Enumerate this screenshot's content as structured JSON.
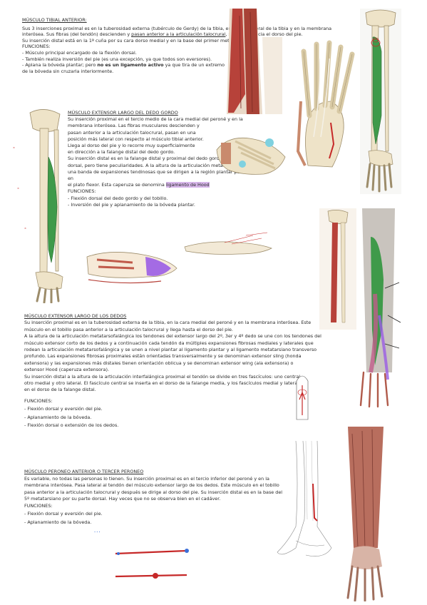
{
  "tibial": {
    "title": "MÚSCULO TIBIAL ANTERIOR:",
    "p1a": "Sus 3 inserciones proximal es en la tuberosidad externa (tubérculo de Gerdy) de la tibia, en la cara lateral de la tibia y en la membrana interósea. Sus fibras (del tendón) descienden y ",
    "p1b": "pasan anterior a la articulación talocrural",
    "p1c": ", se dirigen hacia el dorso del pie.",
    "p2": "Su inserción distal está en la 1ª cuña por su cara dorso medial y en la base del primer metatarsiano.",
    "fun_title": "FUNCIONES:",
    "f1": "- Músculo principal encargado de la flexión dorsal.",
    "f2": "- También realiza inversión del pie (es una excepción, ya que todos son eversores).",
    "f3a": "- Aplana la bóveda plantar; pero ",
    "f3b": "no es un ligamento activo",
    "f3c": " ya que tira de un extremo",
    "f3d": "de la bóveda sin cruzarla interiormente."
  },
  "eld_gordo": {
    "title": "MÚSCULO EXTENSOR LARGO DEL DEDO GORDO",
    "lines": [
      "Su inserción proximal en el tercio medio de la cara medial del peroné y en la",
      "membrana interósea. Las fibras musculares descienden y",
      "pasan anterior a la articulación talocrural, pasan en una",
      "posición más lateral con respecto al músculo tibial anterior.",
      "Llega al dorso del pie y lo recorre muy superficialmente",
      "en dirección a la falange distal del dedo gordo.",
      "Su inserción distal es en la falange distal y proximal del dedo gordo por su cara",
      "dorsal, pero tiene peculiaridades. A la altura de la articulación metatarsofalángica realiza",
      "una banda de expansiones tendinosas que se dirigen a la región plantar para insertarse en"
    ],
    "last_a": "el plato flexor. Esta caperuza se denomina ",
    "last_hl": "ligamento de Hood",
    "fun_title": "FUNCIONES:",
    "f1": "- Flexión dorsal del dedo gordo y del tobillo.",
    "f2": "- Inversión del pie y aplanamiento de la bóveda plantar."
  },
  "eld_dedos": {
    "title": "MÚSCULO EXTENSOR LARGO DE LOS DEDOS",
    "lines": [
      "Su inserción proximal es en la tuberosidad externa de la tibia, en la cara medial del peroné y en la membrana interósea. Este",
      "músculo en el tobillo pasa anterior a la articulación talocrural y llega hasta el dorso del pie.",
      "A la altura de la articulación metatarsofalángica los tendones del extensor largo del 2º, 3er y 4º dedo se une con los tendones del",
      "músculo extensor corto de los dedos y a continuación cada tendón da múltiples expansiones fibrosas mediales y laterales que",
      "rodean la articulación metatarsofalángica y se unen a nivel plantar al ligamento plantar y al ligamento metatarsiano transverso",
      "profundo. Las expansiones fibrosas proximales están orientadas transversalmente y se denominan extensor sling (honda",
      "extensora) y las expansiones más distales tienen orientación oblicua y se denominan extensor wing (ala extensora) o",
      "extensor Hood (caperuza extensora).",
      "Su inserción distal a la altura de la articulación interfalángica proximal el tendón se divide en tres fascículos: uno central,",
      "otro medial y otro lateral. El fascículo central se inserta en el dorso de la falange media, y los fascículos medial y lateral",
      "en el dorso de la falange distal."
    ],
    "fun_title": "FUNCIONES:",
    "f1": "- Flexión dorsal y eversión del pie.",
    "f2": "- Aplanamiento de la bóveda.",
    "f3": "- Flexión dorsal o extensión de los dedos."
  },
  "peroneo": {
    "title": "MÚSCULO PERONEO ANTERIOR O TERCER PERONEO",
    "lines": [
      "Es variable, no todas las personas lo tienen. Su inserción proximal es en el tercio inferior del peroné y en la",
      "membrana interósea. Pasa lateral al tendón del músculo extensor largo de los dedos. Este músculo en el tobillo",
      "pasa anterior a la articulación talocrural y después se dirige al dorso del pie. Su inserción distal es en la base del",
      "5º metatarsiano por su parte dorsal. Hay veces que no se observa bien en el cadáver."
    ],
    "fun_title": "FUNCIONES:",
    "f1": "- Flexión dorsal y eversión del pie.",
    "f2": "- Aplanamiento de la bóveda."
  },
  "colors": {
    "muscle_red": "#b7423a",
    "muscle_green": "#3f9a4a",
    "bone": "#eee3c8",
    "bone_line": "#9c8c6a",
    "violet": "#9b5de5",
    "highlight": "#d7b6ea"
  },
  "icons": [
    "leg-bones-green-muscle-icon",
    "foot-skeleton-icon",
    "hallux-diagram-icon",
    "toe-sketch-icon",
    "leg-outline-sketch-icon",
    "metatarsal-sketch-icon"
  ]
}
